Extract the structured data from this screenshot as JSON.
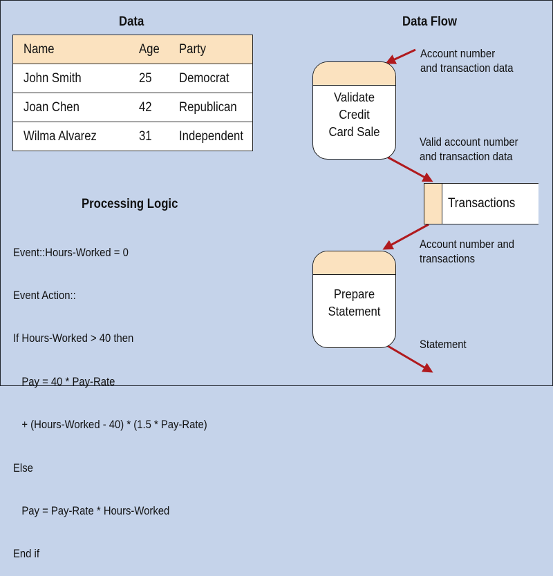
{
  "data_section": {
    "heading": "Data",
    "columns": [
      "Name",
      "Age",
      "Party"
    ],
    "rows": [
      [
        "John Smith",
        "25",
        "Democrat"
      ],
      [
        "Joan Chen",
        "42",
        "Republican"
      ],
      [
        "Wilma Alvarez",
        "31",
        "Independent"
      ]
    ]
  },
  "logic_section": {
    "heading": "Processing Logic",
    "lines": [
      "Event::Hours-Worked = 0",
      "Event Action::",
      "If Hours-Worked > 40 then",
      "   Pay = 40 * Pay-Rate",
      "   + (Hours-Worked - 40) * (1.5 * Pay-Rate)",
      "Else",
      "   Pay = Pay-Rate * Hours-Worked",
      "End if"
    ]
  },
  "flow_section": {
    "heading": "Data Flow",
    "process_1": [
      "Validate",
      "Credit",
      "Card Sale"
    ],
    "process_2": [
      "Prepare",
      "Statement"
    ],
    "data_store": "Transactions",
    "flow_labels": {
      "input": [
        "Account number",
        "and transaction data"
      ],
      "valid": [
        "Valid account number",
        "and transaction data"
      ],
      "to_prepare": [
        "Account number and",
        "transactions"
      ],
      "output": [
        "Statement"
      ]
    },
    "colors": {
      "arrow": "#b01a1e",
      "header_fill": "#fbe2bf",
      "background": "#c5d3ea"
    }
  }
}
